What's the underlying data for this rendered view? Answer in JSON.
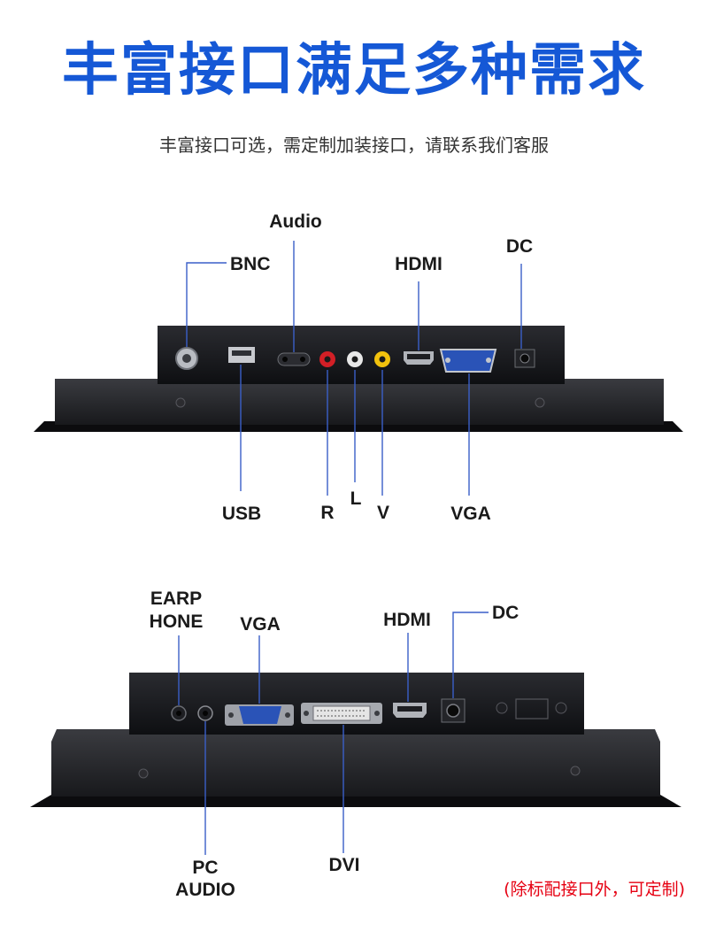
{
  "header": {
    "title": "丰富接口满足多种需求",
    "subtitle": "丰富接口可选，需定制加装接口，请联系我们客服"
  },
  "panel1": {
    "labels": {
      "audio": "Audio",
      "bnc": "BNC",
      "hdmi": "HDMI",
      "dc": "DC",
      "usb": "USB",
      "r": "R",
      "l": "L",
      "v": "V",
      "vga": "VGA"
    }
  },
  "panel2": {
    "labels": {
      "earphone_line1": "EARP",
      "earphone_line2": "HONE",
      "vga": "VGA",
      "hdmi": "HDMI",
      "dc": "DC",
      "pc_audio_line1": "PC",
      "pc_audio_line2": "AUDIO",
      "dvi": "DVI"
    }
  },
  "footer": {
    "note": "(除标配接口外，可定制)"
  },
  "colors": {
    "title": "#1558d6",
    "leader_line": "#3a5fc8",
    "note": "#e60012",
    "device_body": "#16171b"
  }
}
